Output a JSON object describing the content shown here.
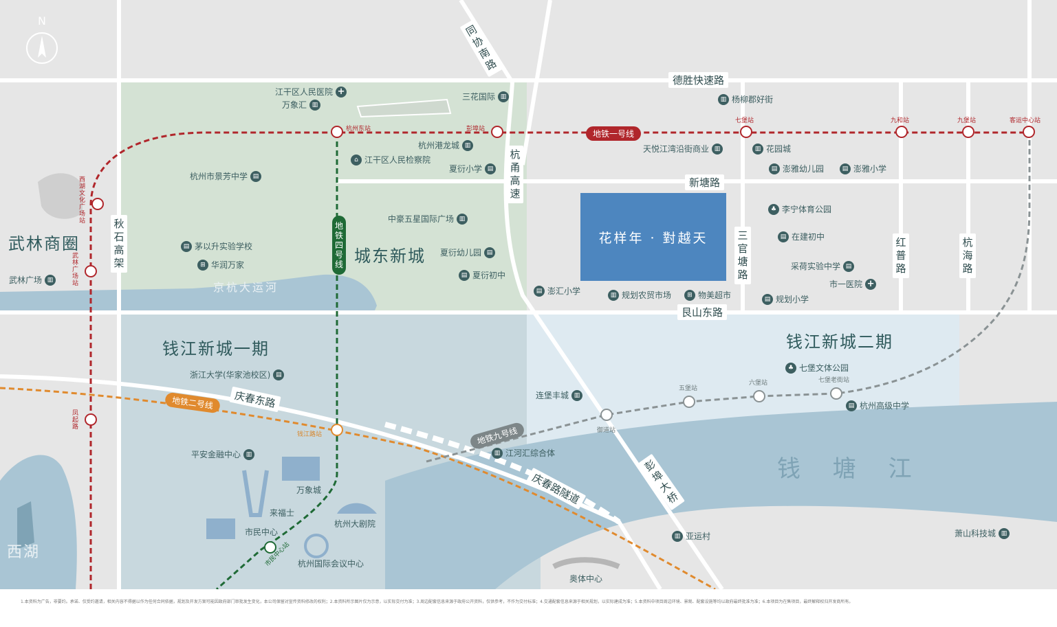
{
  "compass": "N",
  "project_name": "花样年 · 對越天",
  "areas": {
    "wulin": "武林商圈",
    "chengdong": "城东新城",
    "qianjiang1": "钱江新城一期",
    "qianjiang2": "钱江新城二期",
    "grand_canal": "京杭大运河",
    "qiantang_river": "钱 塘 江",
    "west_lake": "西湖"
  },
  "roads": {
    "deshengkuaisu": "德胜快速路",
    "xintang": "新塘路",
    "genshandong": "艮山东路",
    "qingchundong": "庆春东路",
    "qingchun_tunnel": "庆春路隧道",
    "tongxie": "同协南路",
    "hangyong": "杭甬高速",
    "qiushi": "秋石高架",
    "sanguantang": "三官塘路",
    "hongpu": "红普路",
    "hanghai": "杭海路",
    "pengbu_bridge": "彭埠大桥"
  },
  "metro_lines": {
    "line1": {
      "label": "地铁一号线",
      "color": "#b0262b"
    },
    "line2": {
      "label": "地铁二号线",
      "color": "#e08a2e"
    },
    "line4": {
      "label": "地铁四号线",
      "color": "#1f6a36"
    },
    "line9": {
      "label": "地铁九号线",
      "color": "#7d8688"
    }
  },
  "stations": {
    "hangzhoudong": "杭州东站",
    "pengbu": "彭埠站",
    "qibao": "七堡站",
    "jiuhe": "九和站",
    "jiubao": "九堡站",
    "keyun": "客运中心站",
    "xihu_culture": "西湖文化广场站",
    "wulin_square": "武林广场站",
    "fengqi": "凤起路",
    "qianjiang_road": "钱江路站",
    "wubao": "五堡站",
    "liubao": "六堡站",
    "qibao_old": "七堡老街站",
    "yudao": "御道站",
    "citizen_center_stn": "市民中心站"
  },
  "pois": {
    "jianggan_hospital": "江干区人民医院",
    "wanxianghui": "万象汇",
    "sanhua": "三花国际",
    "yangliujun": "杨柳郡好街",
    "hanggang_long": "杭州港龙城",
    "procuratorate": "江干区人民检察院",
    "xiayan_primary": "夏衍小学",
    "jingfang": "杭州市景芳中学",
    "tianyue": "天悦江湾沿街商业",
    "huayuancheng": "花园城",
    "pengya_kinder": "澎雅幼儿园",
    "pengya_primary": "澎雅小学",
    "zhonghao": "中豪五星国际广场",
    "xiayan_kinder": "夏衍幼儿园",
    "xiayan_middle": "夏衍初中",
    "liningsports": "李宁体育公园",
    "jianzhu_middle": "在建初中",
    "maoyisheng": "茅以升实验学校",
    "huarun": "华润万家",
    "caihe": "采荷实验中学",
    "shiyi_hospital": "市一医院",
    "wulin_plaza": "武林广场",
    "penghui_primary": "澎汇小学",
    "farmer_market": "规划农贸市场",
    "wumei": "物美超市",
    "plan_primary": "规划小学",
    "qibao_park": "七堡文体公园",
    "zju": "浙江大学(华家池校区)",
    "lianbao": "连堡丰城",
    "hangzhou_high": "杭州高级中学",
    "jianghehui": "江河汇综合体",
    "pingan": "平安金融中心",
    "wanxiangcheng": "万象城",
    "raffles": "来福士",
    "theatre": "杭州大剧院",
    "citizen_center": "市民中心",
    "conference": "杭州国际会议中心",
    "asian_village": "亚运村",
    "olympic": "奥体中心",
    "xiaoshan_tech": "萧山科技城"
  },
  "footer": "1.本资料为广告，非要约。承诺、仅受约邀请，相关内容不得据以作为任何合同依据，规划及开发方案可能因政府部门审批发生变化，本公司保留对宣传资料修改的权利；2.本资料所示图片仅为示意，以实际交付为准；3.周边配套信息来源于政府公开资料，仅供参考，不作为交付标准；4.交通配套信息来源于相关规划，以实际建成为准；5.本资料中项目周边环境、景观、配套设施等均以政府最终批准为准；6.本项目为在售项目，最终解释权归开发商所有。"
}
